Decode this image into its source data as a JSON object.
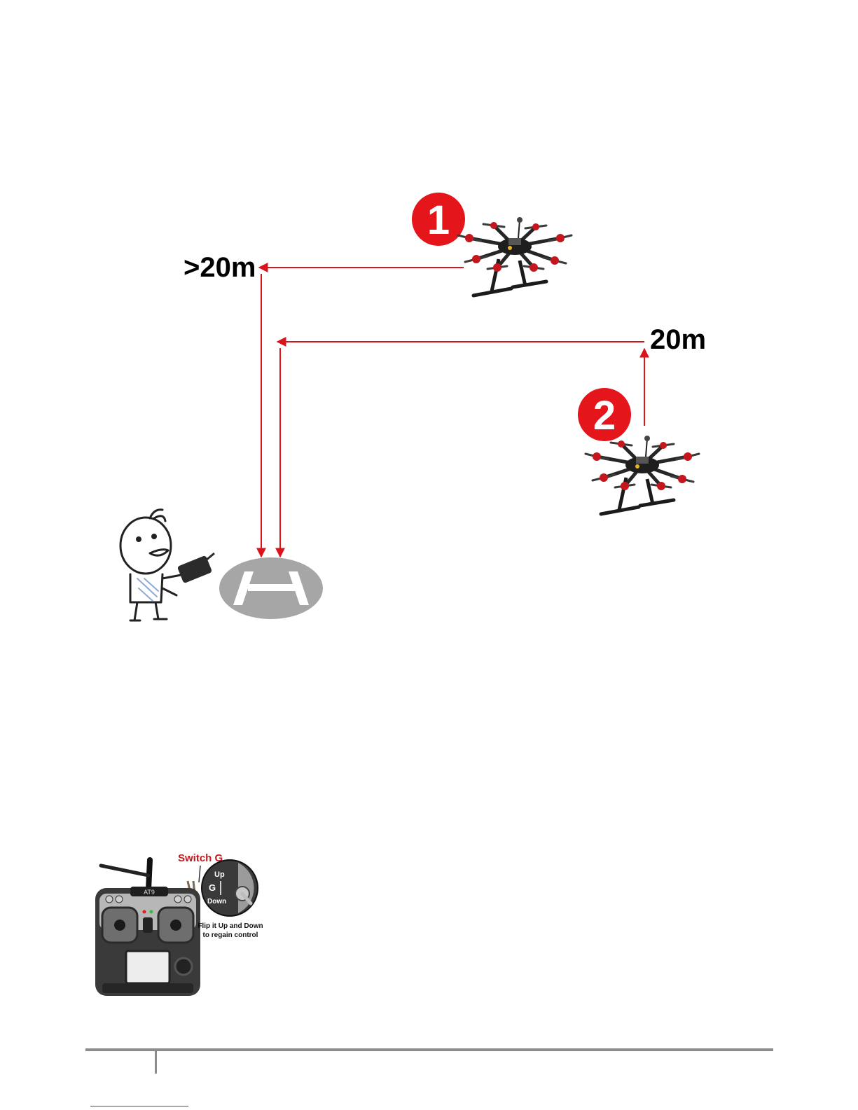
{
  "diagram": {
    "labels": {
      "far_distance": ">20m",
      "height": "20m"
    },
    "badges": [
      "1",
      "2"
    ],
    "colors": {
      "arrow": "#d9141b",
      "badge": "#e4161c",
      "landing_pad": "#a6a6a6"
    }
  },
  "transmitter": {
    "switch_label": "Switch G",
    "switch_up": "Up",
    "switch_name": "G",
    "switch_down": "Down",
    "instruction_line1": "Flip it Up and Down",
    "instruction_line2": "to regain control",
    "model": "AT9",
    "label_color": "#c0191e"
  }
}
